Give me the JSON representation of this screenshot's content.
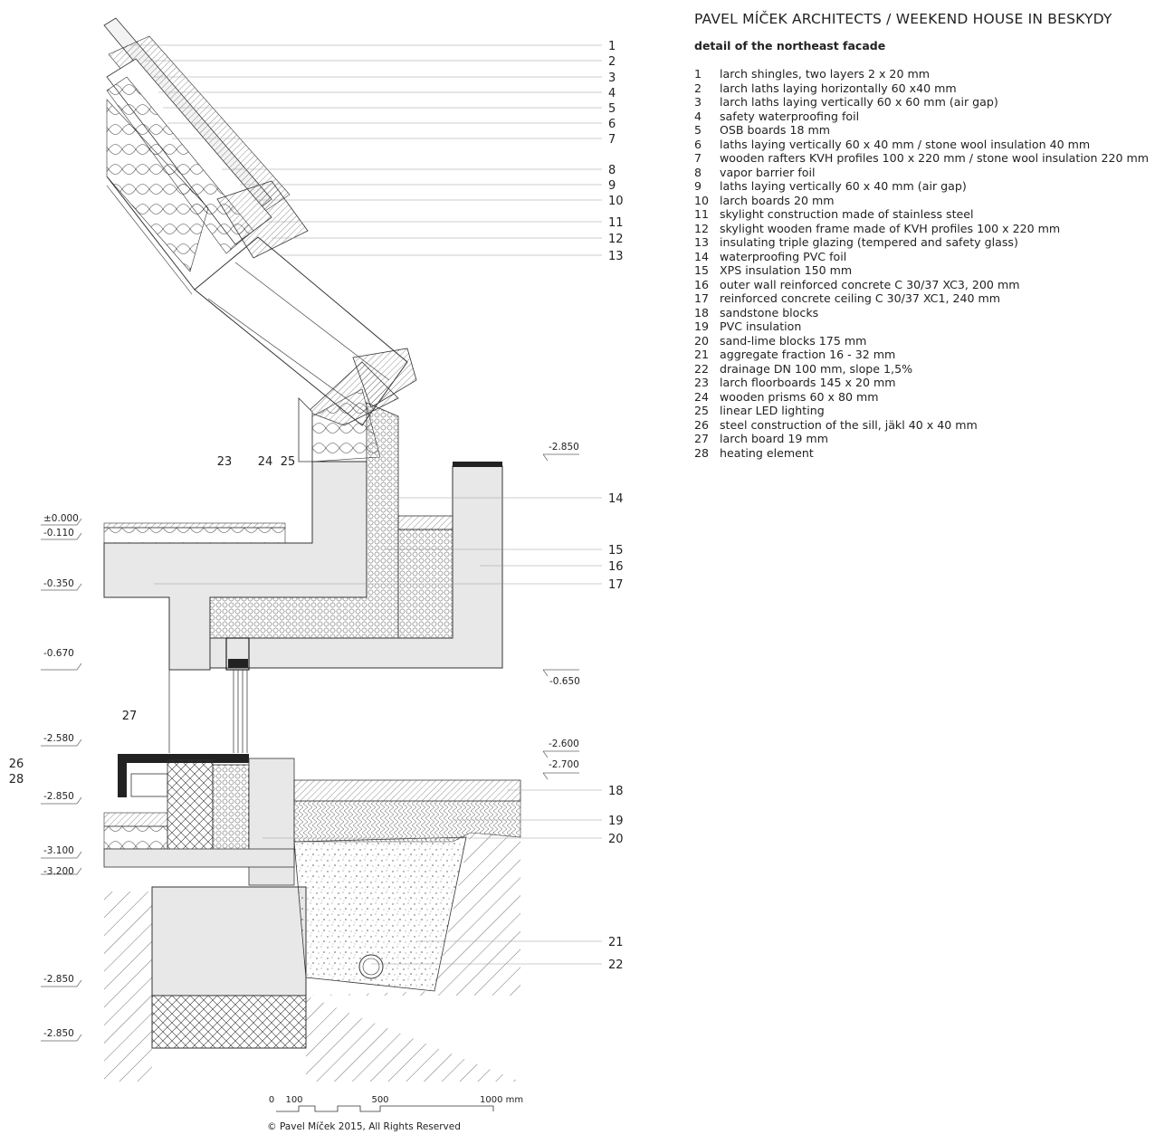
{
  "header": {
    "title": "PAVEL MÍČEK ARCHITECTS / WEEKEND HOUSE IN BESKYDY",
    "subtitle": "detail of the northeast facade"
  },
  "legend": [
    {
      "num": "1",
      "text": "larch shingles, two layers 2 x 20 mm"
    },
    {
      "num": "2",
      "text": "larch laths laying horizontally 60 x40 mm"
    },
    {
      "num": "3",
      "text": "larch laths laying vertically 60 x 60 mm (air gap)"
    },
    {
      "num": "4",
      "text": "safety waterproofing foil"
    },
    {
      "num": "5",
      "text": "OSB boards 18 mm"
    },
    {
      "num": "6",
      "text": "laths laying vertically 60 x 40 mm / stone wool insulation 40 mm"
    },
    {
      "num": "7",
      "text": "wooden rafters KVH profiles 100 x 220 mm / stone wool insulation 220 mm"
    },
    {
      "num": "8",
      "text": "vapor barrier foil"
    },
    {
      "num": "9",
      "text": "laths laying vertically 60 x 40 mm (air gap)"
    },
    {
      "num": "10",
      "text": "larch boards 20 mm"
    },
    {
      "num": "11",
      "text": "skylight construction made of stainless steel"
    },
    {
      "num": "12",
      "text": "skylight wooden frame made of KVH profiles 100 x 220 mm"
    },
    {
      "num": "13",
      "text": "insulating triple glazing (tempered and safety glass)"
    },
    {
      "num": "14",
      "text": "waterproofing PVC foil"
    },
    {
      "num": "15",
      "text": "XPS insulation 150 mm"
    },
    {
      "num": "16",
      "text": "outer wall reinforced concrete C 30/37 XC3, 200 mm"
    },
    {
      "num": "17",
      "text": "reinforced concrete ceiling C 30/37 XC1, 240 mm"
    },
    {
      "num": "18",
      "text": "sandstone blocks"
    },
    {
      "num": "19",
      "text": "PVC insulation"
    },
    {
      "num": "20",
      "text": "sand-lime blocks 175 mm"
    },
    {
      "num": "21",
      "text": "aggregate fraction 16 - 32 mm"
    },
    {
      "num": "22",
      "text": "drainage DN 100 mm, slope 1,5%"
    },
    {
      "num": "23",
      "text": "larch floorboards 145 x 20 mm"
    },
    {
      "num": "24",
      "text": "wooden prisms 60 x 80 mm"
    },
    {
      "num": "25",
      "text": "linear LED lighting"
    },
    {
      "num": "26",
      "text": "steel construction of the sill, jäkl 40 x 40 mm"
    },
    {
      "num": "27",
      "text": "larch board 19 mm"
    },
    {
      "num": "28",
      "text": "heating element"
    }
  ],
  "drawing": {
    "right_callouts": [
      "1",
      "2",
      "3",
      "4",
      "5",
      "6",
      "7",
      "8",
      "9",
      "10",
      "11",
      "12",
      "13",
      "14",
      "15",
      "16",
      "17",
      "18",
      "19",
      "20",
      "21",
      "22"
    ],
    "top_callouts": [
      "23",
      "24",
      "25"
    ],
    "left_callouts": [
      "27",
      "26",
      "28"
    ],
    "levels_left": [
      "±0.000",
      "-0.110",
      "-0.350",
      "-0.670",
      "-2.580",
      "-2.850",
      "-3.100",
      "-3.200",
      "-2.850",
      "-2.850"
    ],
    "levels_right": [
      "-2.850",
      "-0.650",
      "-2.600",
      "-2.700"
    ],
    "scale": {
      "labels": [
        "0",
        "100",
        "500",
        "1000 mm"
      ]
    },
    "copyright": "© Pavel Míček 2015, All Rights Reserved"
  }
}
